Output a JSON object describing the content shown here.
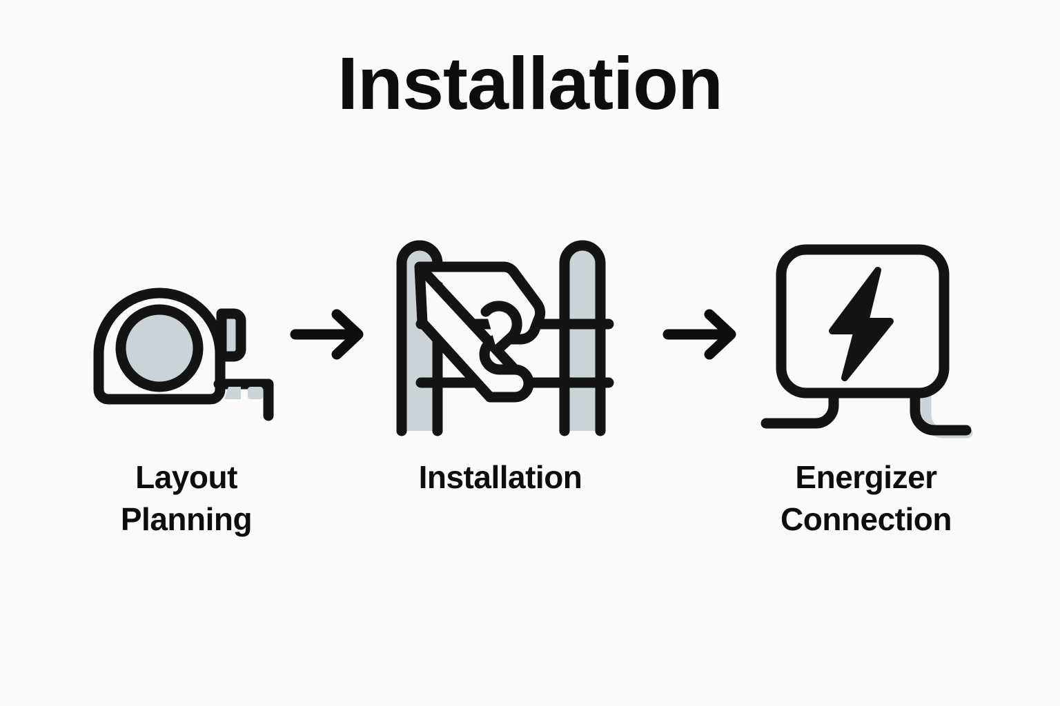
{
  "page": {
    "title": "Installation",
    "background_color": "#fafafa",
    "ink_color": "#0d0d0d",
    "accent_fill_color": "#ccd3d6"
  },
  "diagram": {
    "type": "process-flow",
    "orientation": "horizontal",
    "steps": [
      {
        "index": 1,
        "label": "Layout\nPlanning",
        "icon": "tape-measure-icon"
      },
      {
        "index": 2,
        "label": "Installation",
        "icon": "hand-installing-fence-wire-icon"
      },
      {
        "index": 3,
        "label": "Energizer\nConnection",
        "icon": "energizer-lightning-box-icon"
      }
    ],
    "connectors": [
      {
        "index": 1,
        "icon": "arrow-right-icon",
        "between": "Layout Planning → Installation"
      },
      {
        "index": 2,
        "icon": "arrow-right-icon",
        "between": "Installation → Energizer Connection"
      }
    ]
  }
}
